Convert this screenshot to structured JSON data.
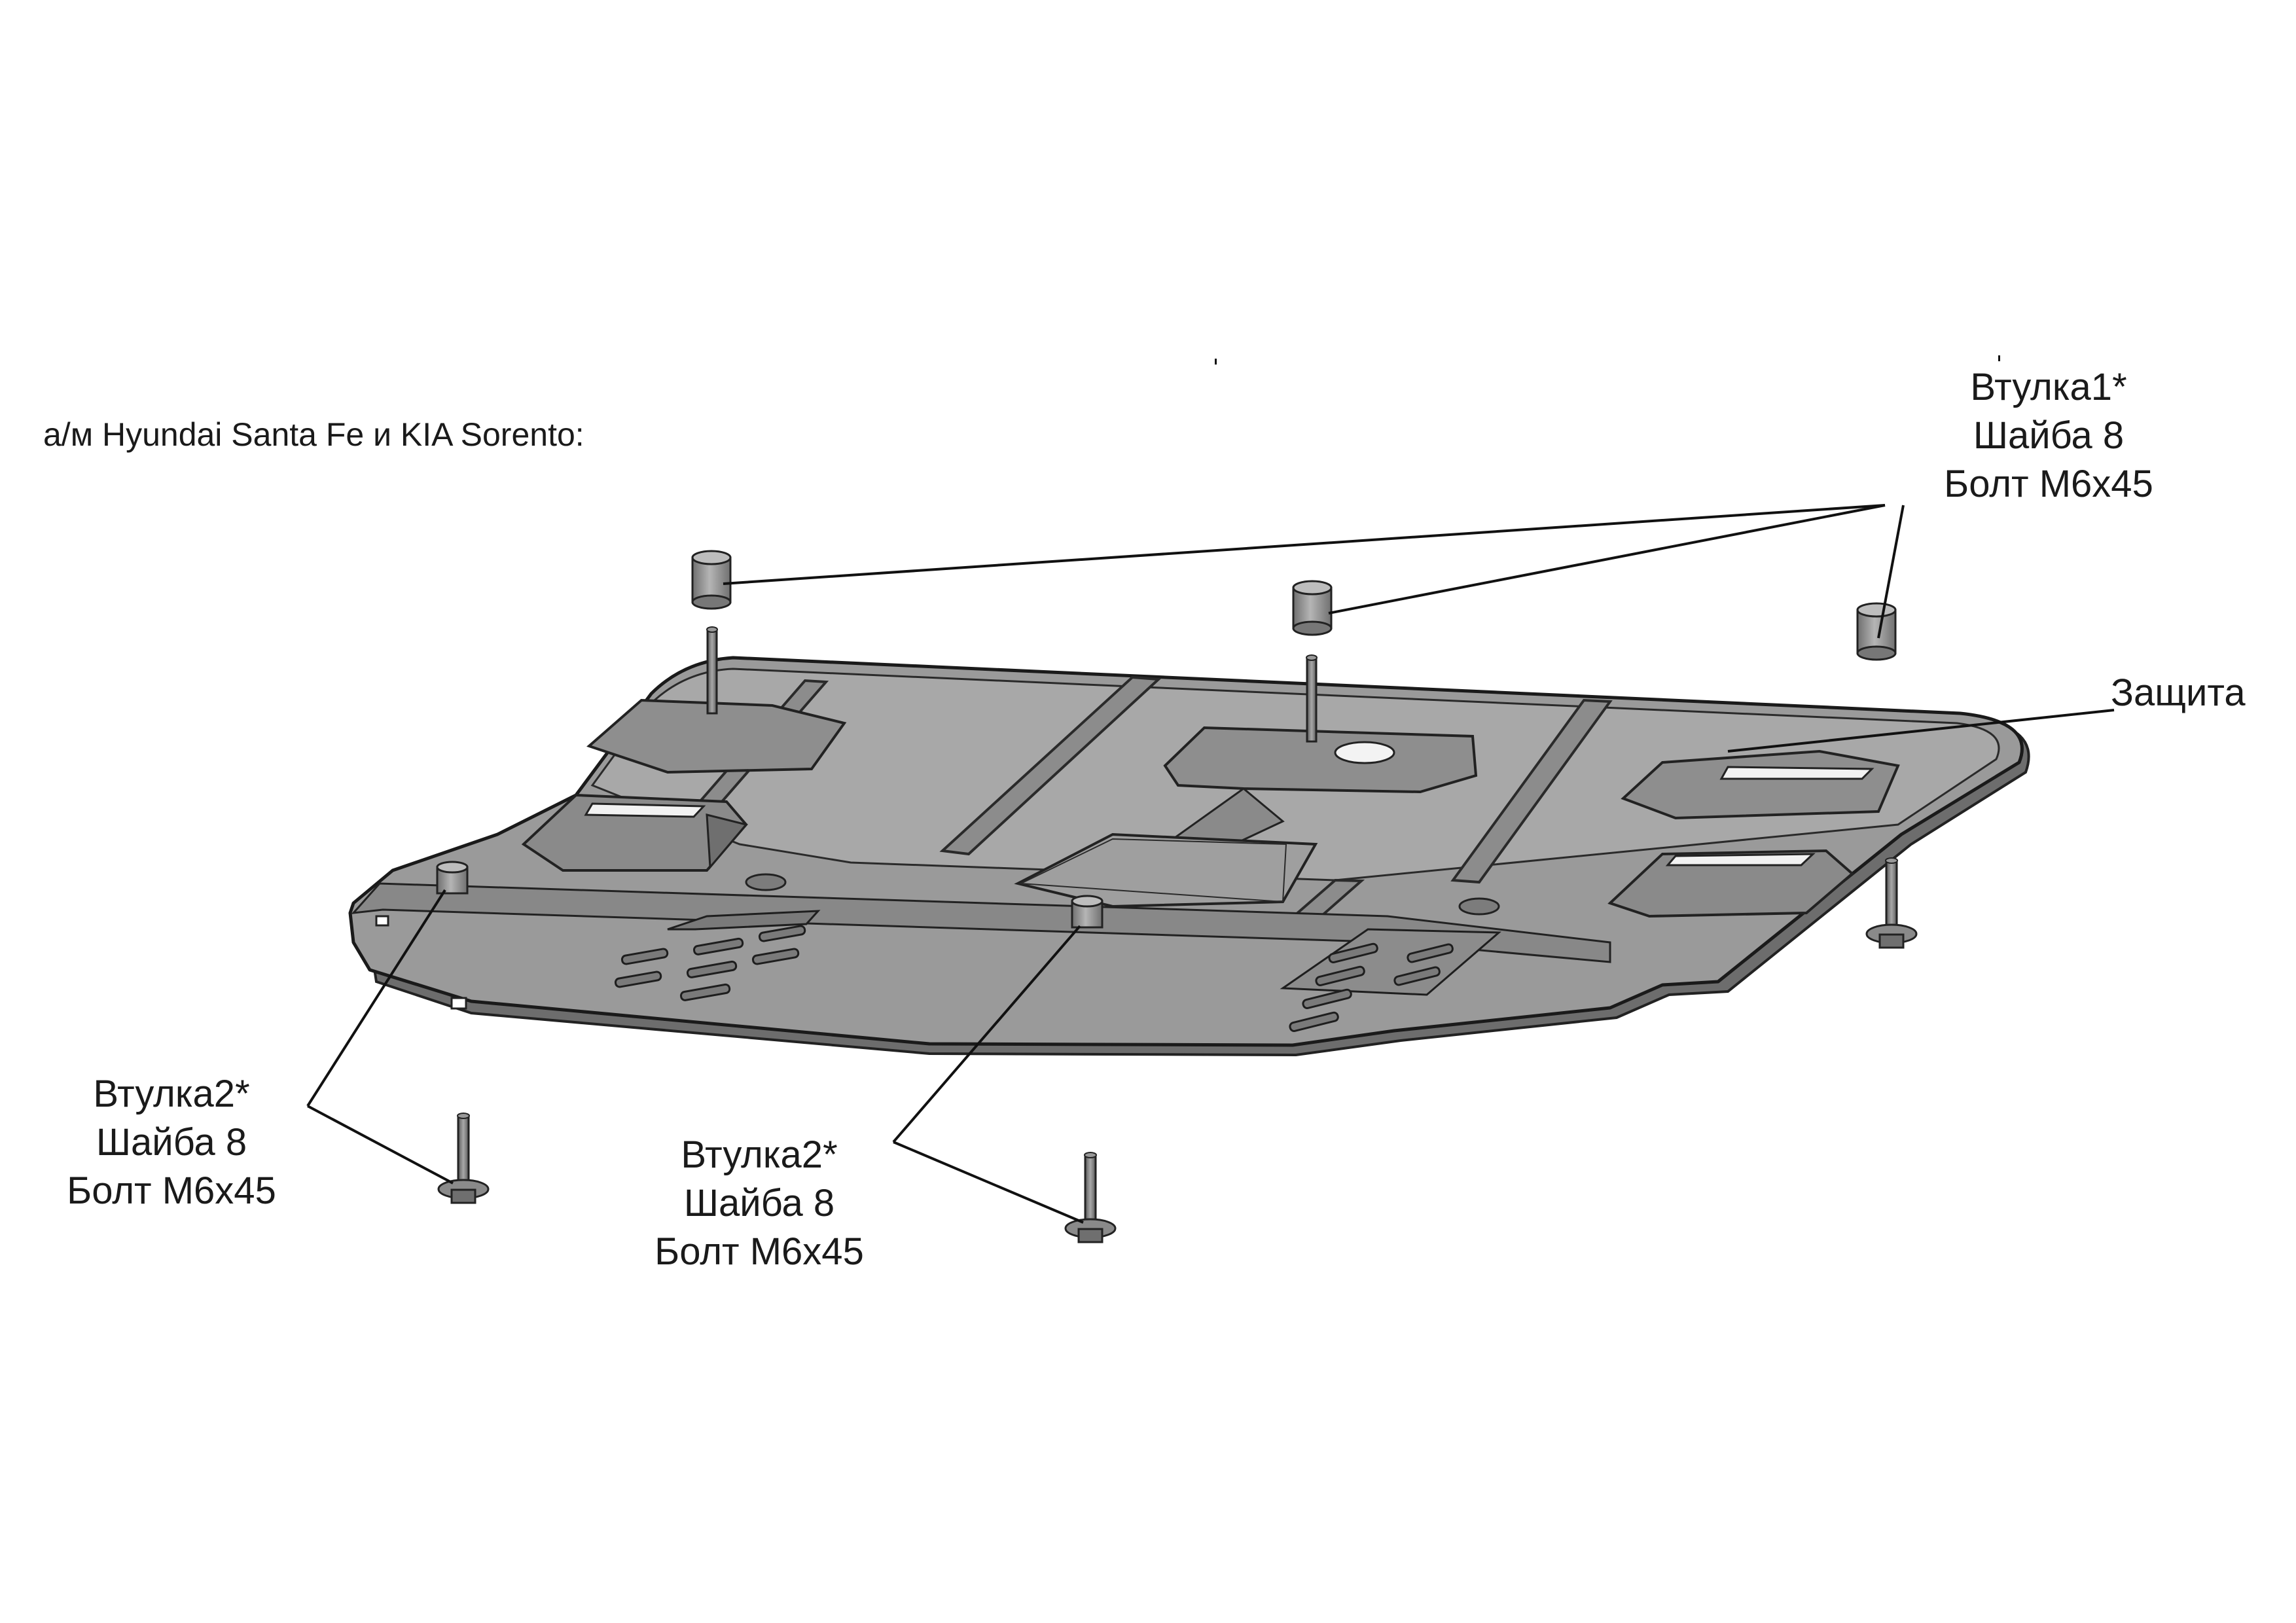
{
  "caption": "а/м Hyundai Santa Fe и KIA Sorento:",
  "callouts": {
    "top": {
      "line1": "Втулка1*",
      "line2": "Шайба 8",
      "line3": "Болт М6х45"
    },
    "left": {
      "line1": "Втулка2*",
      "line2": "Шайба 8",
      "line3": "Болт М6х45"
    },
    "middle": {
      "line1": "Втулка2*",
      "line2": "Шайба 8",
      "line3": "Болт М6х45"
    }
  },
  "plate_label": "Защита",
  "colors": {
    "plate_fill": "#9a9a9a",
    "plate_shade": "#7f7f7f",
    "line": "#111111",
    "background": "#ffffff"
  }
}
